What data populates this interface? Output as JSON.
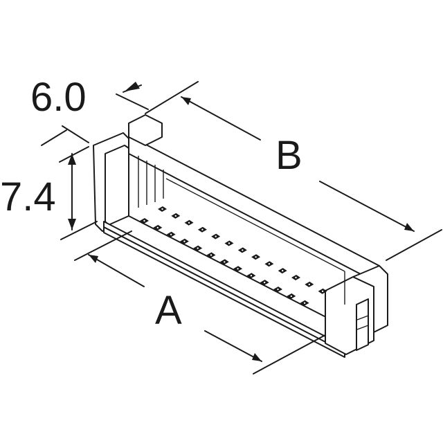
{
  "diagram": {
    "subject": "connector",
    "dimensions": {
      "depth_label": "6.0",
      "height_label": "7.4",
      "overall_length_label": "B",
      "pin_span_label": "A"
    },
    "pin_rows": 2,
    "pins_per_row": 13,
    "line_color": "#1a1a1a",
    "background_color": "#ffffff"
  }
}
